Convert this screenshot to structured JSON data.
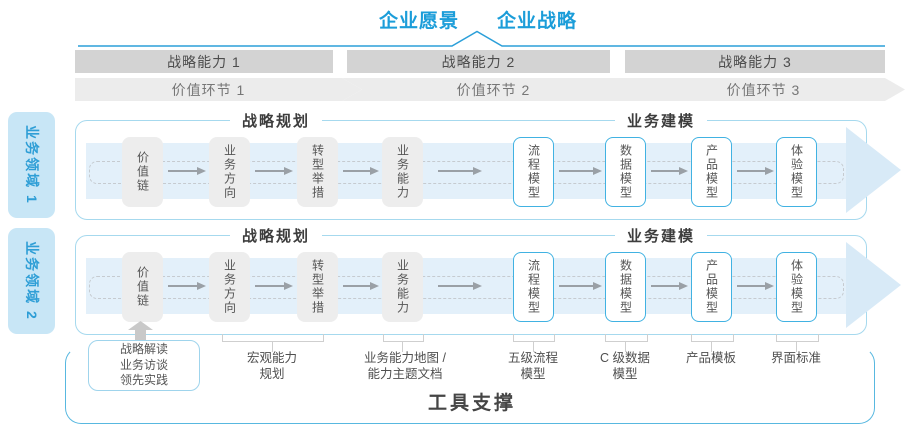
{
  "title": {
    "vision": "企业愿景",
    "strategy": "企业战略"
  },
  "strategy_bars": [
    {
      "label": "战略能力 1"
    },
    {
      "label": "战略能力 2"
    },
    {
      "label": "战略能力 3"
    }
  ],
  "value_chevrons": [
    {
      "label": "价值环节 1"
    },
    {
      "label": "价值环节 2"
    },
    {
      "label": "价值环节 3"
    }
  ],
  "domains": [
    {
      "label": "业务领域 1"
    },
    {
      "label": "业务领域 2"
    }
  ],
  "row_headers": {
    "planning": "战略规划",
    "modeling": "业务建模"
  },
  "boxes": {
    "gray": [
      {
        "label": "价值链"
      },
      {
        "label": "业务方向"
      },
      {
        "label": "转型举措"
      },
      {
        "label": "业务能力"
      }
    ],
    "model": [
      {
        "label": "流程模型"
      },
      {
        "label": "数据模型"
      },
      {
        "label": "产品模型"
      },
      {
        "label": "体验模型"
      }
    ]
  },
  "annotations": {
    "practice_box": {
      "lines": [
        "战略解读",
        "业务访谈",
        "领先实践"
      ]
    },
    "items": [
      {
        "line1": "宏观能力",
        "line2": "规划"
      },
      {
        "line1": "业务能力地图 /",
        "line2": "能力主题文档"
      },
      {
        "line1": "五级流程",
        "line2": "模型"
      },
      {
        "line1": "C 级数据",
        "line2": "模型"
      },
      {
        "line1": "产品模板",
        "line2": ""
      },
      {
        "line1": "界面标准",
        "line2": ""
      }
    ]
  },
  "footer": {
    "label": "工具支撑"
  },
  "colors": {
    "accent_blue": "#1b9dd9",
    "line_blue": "#2b9fd9",
    "bar_gray": "#d3d3d3",
    "chevron_gray": "#ececec",
    "domain_fill": "#c8e6f6",
    "domain_text": "#2e9ed6",
    "frame_border": "#a6d9ee",
    "model_border": "#41b2e2",
    "band_fill": "#e3f0fa",
    "big_arrow_fill": "#d8eaf7",
    "tool_border": "#58b8e0",
    "gray_box": "#ededed",
    "text_dark": "#4a4a4a"
  }
}
